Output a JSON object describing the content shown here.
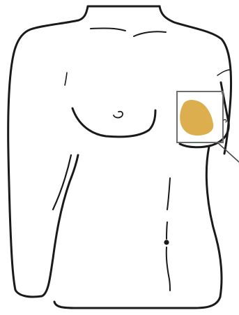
{
  "figure": {
    "line_color": "#1a1a1a",
    "background_color": "#ffffff",
    "highlight_fill": "#dcae4e",
    "highlight_box_stroke": "#6e6e6e",
    "pointer_stroke": "#4a4a4a",
    "regions": [
      {
        "name": "torso-outline"
      },
      {
        "name": "left-breast-fold"
      },
      {
        "name": "nipple"
      },
      {
        "name": "right-breast-outline"
      },
      {
        "name": "highlight-box"
      },
      {
        "name": "highlighted-region"
      },
      {
        "name": "navel"
      },
      {
        "name": "abdominal-line"
      }
    ]
  }
}
